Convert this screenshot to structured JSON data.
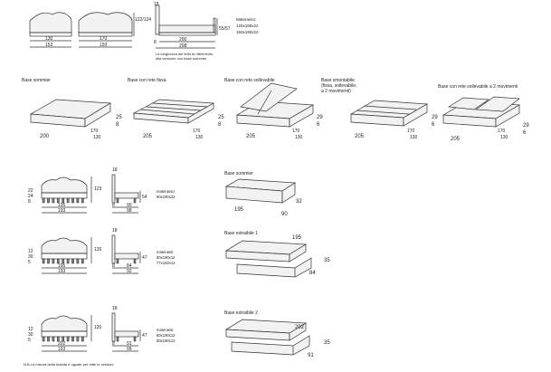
{
  "top": {
    "headboard_heights": "122/124",
    "dim_130": "130",
    "dim_153": "153",
    "dim_170": "170",
    "dim_193": "193",
    "dim_18": "18",
    "dim_55_57": "55/57",
    "dim_8": "8",
    "dim_200": "200",
    "dim_208": "208",
    "mattress_label": "Materasso:",
    "mattress_sizes": [
      "120x190x22",
      "160x190x22"
    ],
    "note": [
      "La lunghezza del letto fa riferimento",
      "alla versione con base sommier"
    ]
  },
  "bases": [
    {
      "title": [
        "Base sommier"
      ],
      "h1": "25",
      "h2": "8",
      "w": "170",
      "w2": "130",
      "len": "200"
    },
    {
      "title": [
        "Base con rete fissa"
      ],
      "h1": "25",
      "h2": "8",
      "w": "170",
      "w2": "130",
      "len": "205"
    },
    {
      "title": [
        "Base con rete sollevabile"
      ],
      "h1": "29",
      "h2": "6",
      "w": "170",
      "w2": "130",
      "len": "205"
    },
    {
      "title": [
        "Base smontabile",
        "(fissa, sollevabile,",
        "a 2 movimenti)"
      ],
      "h1": "29",
      "h2": "6",
      "w": "170",
      "w2": "130",
      "len": "205"
    },
    {
      "title": [
        "Base con rete sollevabile a 2 movimenti"
      ],
      "h1": "29",
      "h2": "6",
      "w": "170",
      "w2": "130",
      "len": "205"
    }
  ],
  "singles": [
    {
      "left": [
        "22",
        "24",
        "8"
      ],
      "h": "123",
      "w1": "195",
      "w2": "193",
      "s18": "18",
      "s_h": "54",
      "s8": "8",
      "s90": "90",
      "s98": "98",
      "mat": [
        "materasso:",
        "80x190x22"
      ]
    },
    {
      "left": [
        "12",
        "30",
        "5"
      ],
      "h": "120",
      "w1": "195",
      "w2": "193",
      "s18": "18",
      "s_h": "47",
      "s8": "8",
      "s90": "84",
      "s98": "92",
      "mat": [
        "materassi:",
        "80x190x12",
        "77x183x12"
      ]
    },
    {
      "left": [
        "12",
        "30",
        "5"
      ],
      "h": "120",
      "w1": "202",
      "w2": "193",
      "s18": "18",
      "s_h": "47",
      "s8": "8",
      "s90": "91",
      "s98": "99",
      "mat": [
        "materassi:",
        "80x190x12",
        "80x190x12"
      ]
    }
  ],
  "single_bases": [
    {
      "title": "Base sommier",
      "d1": "195",
      "d2": "90",
      "d3": "32"
    },
    {
      "title": "Base estraibile 1",
      "d1": "195",
      "d2": "84",
      "d3": "35"
    },
    {
      "title": "Base estraibile 2",
      "d1": "202",
      "d2": "91",
      "d3": "35"
    }
  ],
  "footnote": "N.B.La misura della testata è uguale per tutte le versioni"
}
